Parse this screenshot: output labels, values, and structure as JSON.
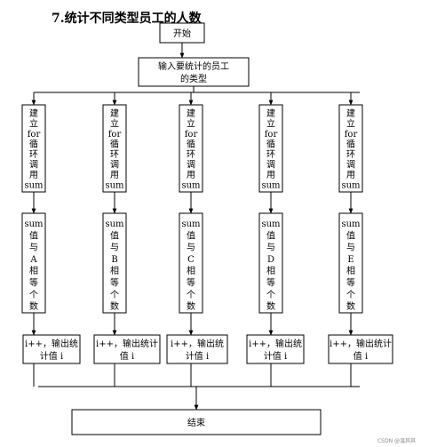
{
  "title": "7.统计不同类型员工的人数",
  "start": "开始",
  "input": [
    "输入要统计的员工",
    "的类型"
  ],
  "loop_lines": [
    "建",
    "立",
    "for",
    "循",
    "环",
    "调",
    "用",
    "sum"
  ],
  "compare": [
    [
      "sum",
      "值",
      "与",
      "A",
      "相",
      "等",
      "个",
      "数"
    ],
    [
      "sum",
      "值",
      "与",
      "B",
      "相",
      "等",
      "个",
      "数"
    ],
    [
      "sum",
      "值",
      "与",
      "C",
      "相",
      "等",
      "个",
      "数"
    ],
    [
      "sum",
      "值",
      "与",
      "D",
      "相",
      "等",
      "个",
      "数"
    ],
    [
      "sum",
      "值",
      "与",
      "E",
      "相",
      "等",
      "个",
      "数"
    ]
  ],
  "output": [
    "i++，输出统",
    "计值 i"
  ],
  "output_alt": [
    "i++，输出统计",
    "值 i"
  ],
  "end": "结束",
  "watermark": "CSDN @温其其"
}
